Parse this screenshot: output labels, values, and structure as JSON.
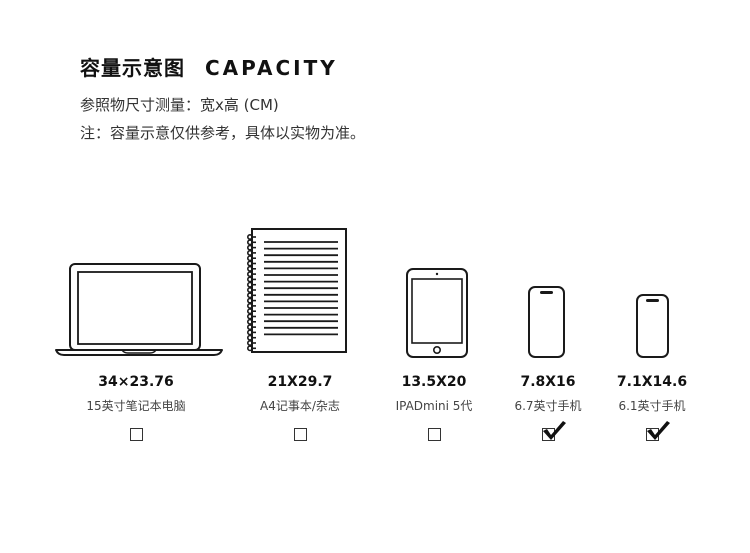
{
  "header": {
    "title_cn": "容量示意图",
    "title_en": "CAPACITY",
    "line1": "参照物尺寸测量：宽x高 (CM)",
    "line2": "注：容量示意仅供参考，具体以实物为准。"
  },
  "items": [
    {
      "size": "34×23.76",
      "name": "15英寸笔记本电脑",
      "icon": "laptop-icon",
      "checked": false
    },
    {
      "size": "21X29.7",
      "name": "A4记事本/杂志",
      "icon": "notebook-icon",
      "checked": false
    },
    {
      "size": "13.5X20",
      "name": "IPADmini 5代",
      "icon": "tablet-icon",
      "checked": false
    },
    {
      "size": "7.8X16",
      "name": "6.7英寸手机",
      "icon": "phone-icon",
      "checked": true
    },
    {
      "size": "7.1X14.6",
      "name": "6.1英寸手机",
      "icon": "phone-icon",
      "checked": true
    }
  ],
  "colors": {
    "ink": "#1a1a1a",
    "background": "#ffffff"
  }
}
